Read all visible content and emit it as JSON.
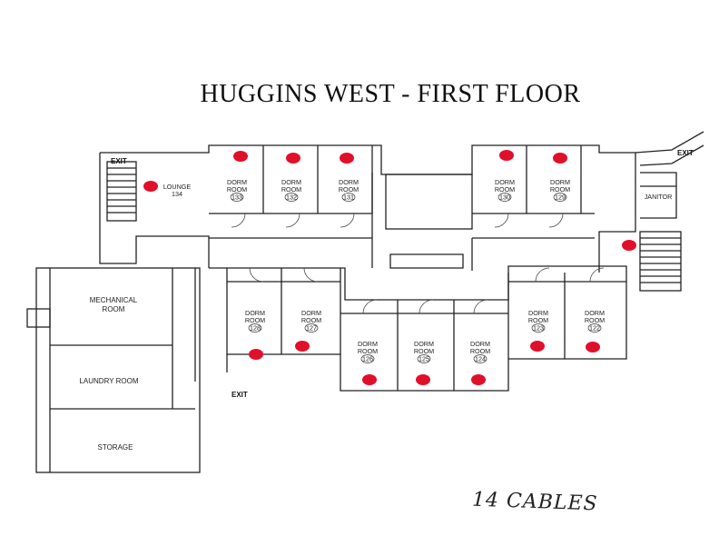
{
  "title": "HUGGINS WEST - FIRST FLOOR",
  "note": "14 CABLES",
  "cable_marker_color": "#e0102a",
  "labels": {
    "exit": "EXIT",
    "lounge": "LOUNGE",
    "lounge_no": "134",
    "janitor": "JANITOR",
    "mechanical_1": "MECHANICAL",
    "mechanical_2": "ROOM",
    "laundry": "LAUNDRY ROOM",
    "storage": "STORAGE",
    "dorm_1": "DORM",
    "dorm_2": "ROOM"
  },
  "dorm_rooms": [
    "133",
    "132",
    "131",
    "130",
    "129",
    "128",
    "127",
    "126",
    "125",
    "124",
    "123",
    "122"
  ]
}
